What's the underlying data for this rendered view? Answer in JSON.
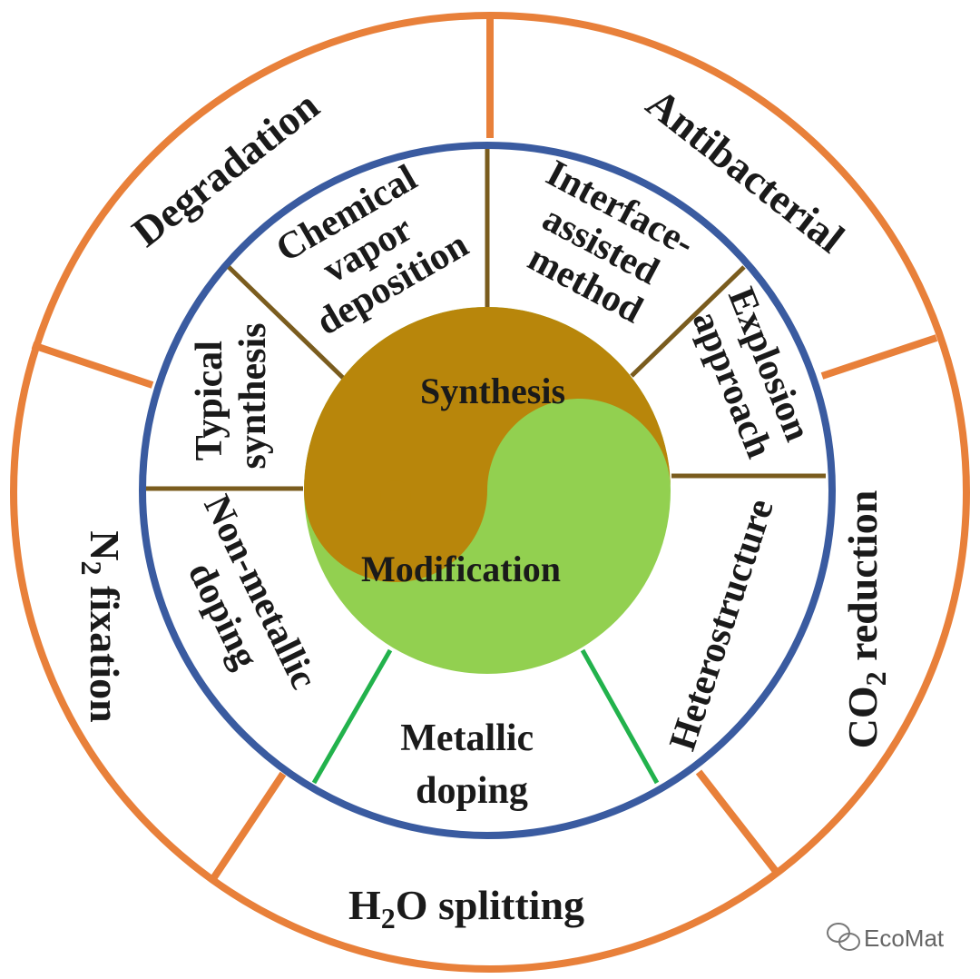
{
  "colors": {
    "outer_ring": "#E8803A",
    "inner_ring": "#3A5BA0",
    "synthesis_divider": "#7A5C1E",
    "modification_divider": "#22B24C",
    "synthesis_fill": "#B8860B",
    "modification_fill": "#92D050"
  },
  "core": {
    "synthesis": "Synthesis",
    "modification": "Modification"
  },
  "outer_applications": {
    "degradation": "Degradation",
    "antibacterial": "Antibacterial",
    "co2_reduction": {
      "base": "CO",
      "sub": "2",
      "tail": " reduction"
    },
    "h2o_splitting": {
      "base": "H",
      "sub": "2",
      "tail": "O splitting"
    },
    "n2_fixation": {
      "base": "N",
      "sub": "2",
      "tail": " fixation"
    }
  },
  "synthesis_methods": {
    "typical_synthesis": [
      "Typical",
      "synthesis"
    ],
    "chemical_vapor_deposition": [
      "Chemical",
      "vapor",
      "deposition"
    ],
    "interface_assisted_method": [
      "Interface-",
      "assisted",
      "method"
    ],
    "explosion_approach": [
      "Explosion",
      "approach"
    ]
  },
  "modification_methods": {
    "heterostructure": "Heterostructure",
    "metallic_doping": [
      "Metallic",
      "doping"
    ],
    "non_metallic_doping": [
      "Non-metallic",
      "doping"
    ]
  },
  "watermark": {
    "icon": "wechat-icon",
    "text": "EcoMat"
  }
}
